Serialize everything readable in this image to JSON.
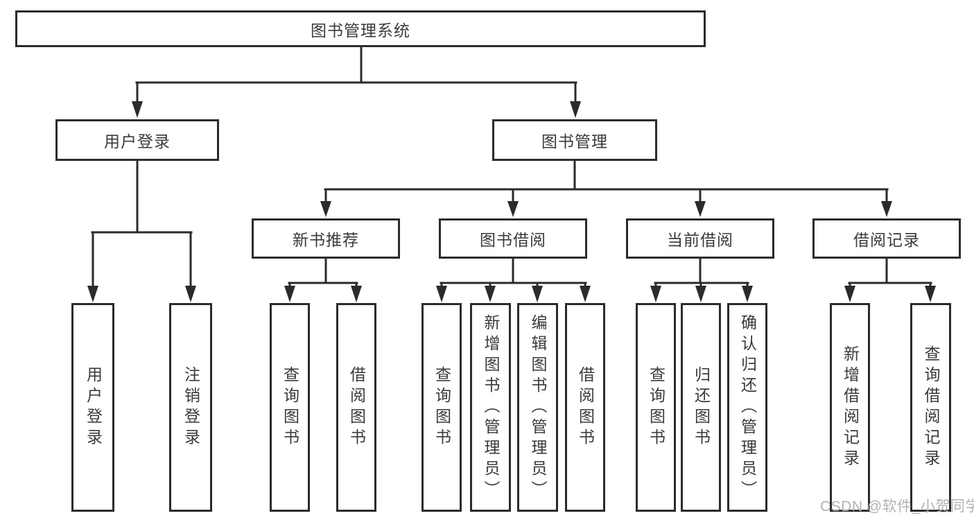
{
  "tree": {
    "root": "图书管理系统",
    "user_login": {
      "label": "用户登录",
      "children": [
        "用户登录",
        "注销登录"
      ]
    },
    "book_management": {
      "label": "图书管理",
      "modules": [
        {
          "label": "新书推荐",
          "children": [
            "查询图书",
            "借阅图书"
          ]
        },
        {
          "label": "图书借阅",
          "children": [
            "查询图书",
            "新增图书（管理员）",
            "编辑图书（管理员）",
            "借阅图书"
          ]
        },
        {
          "label": "当前借阅",
          "children": [
            "查询图书",
            "归还图书",
            "确认归还（管理员）"
          ]
        },
        {
          "label": "借阅记录",
          "children": [
            "新增借阅记录",
            "查询借阅记录"
          ]
        }
      ]
    }
  },
  "watermark": "CSDN @软件_小贺同学",
  "colors": {
    "line": "#2b2b2b",
    "text": "#3a3a3a",
    "watermark": "#b2b2b2",
    "background": "#ffffff"
  }
}
